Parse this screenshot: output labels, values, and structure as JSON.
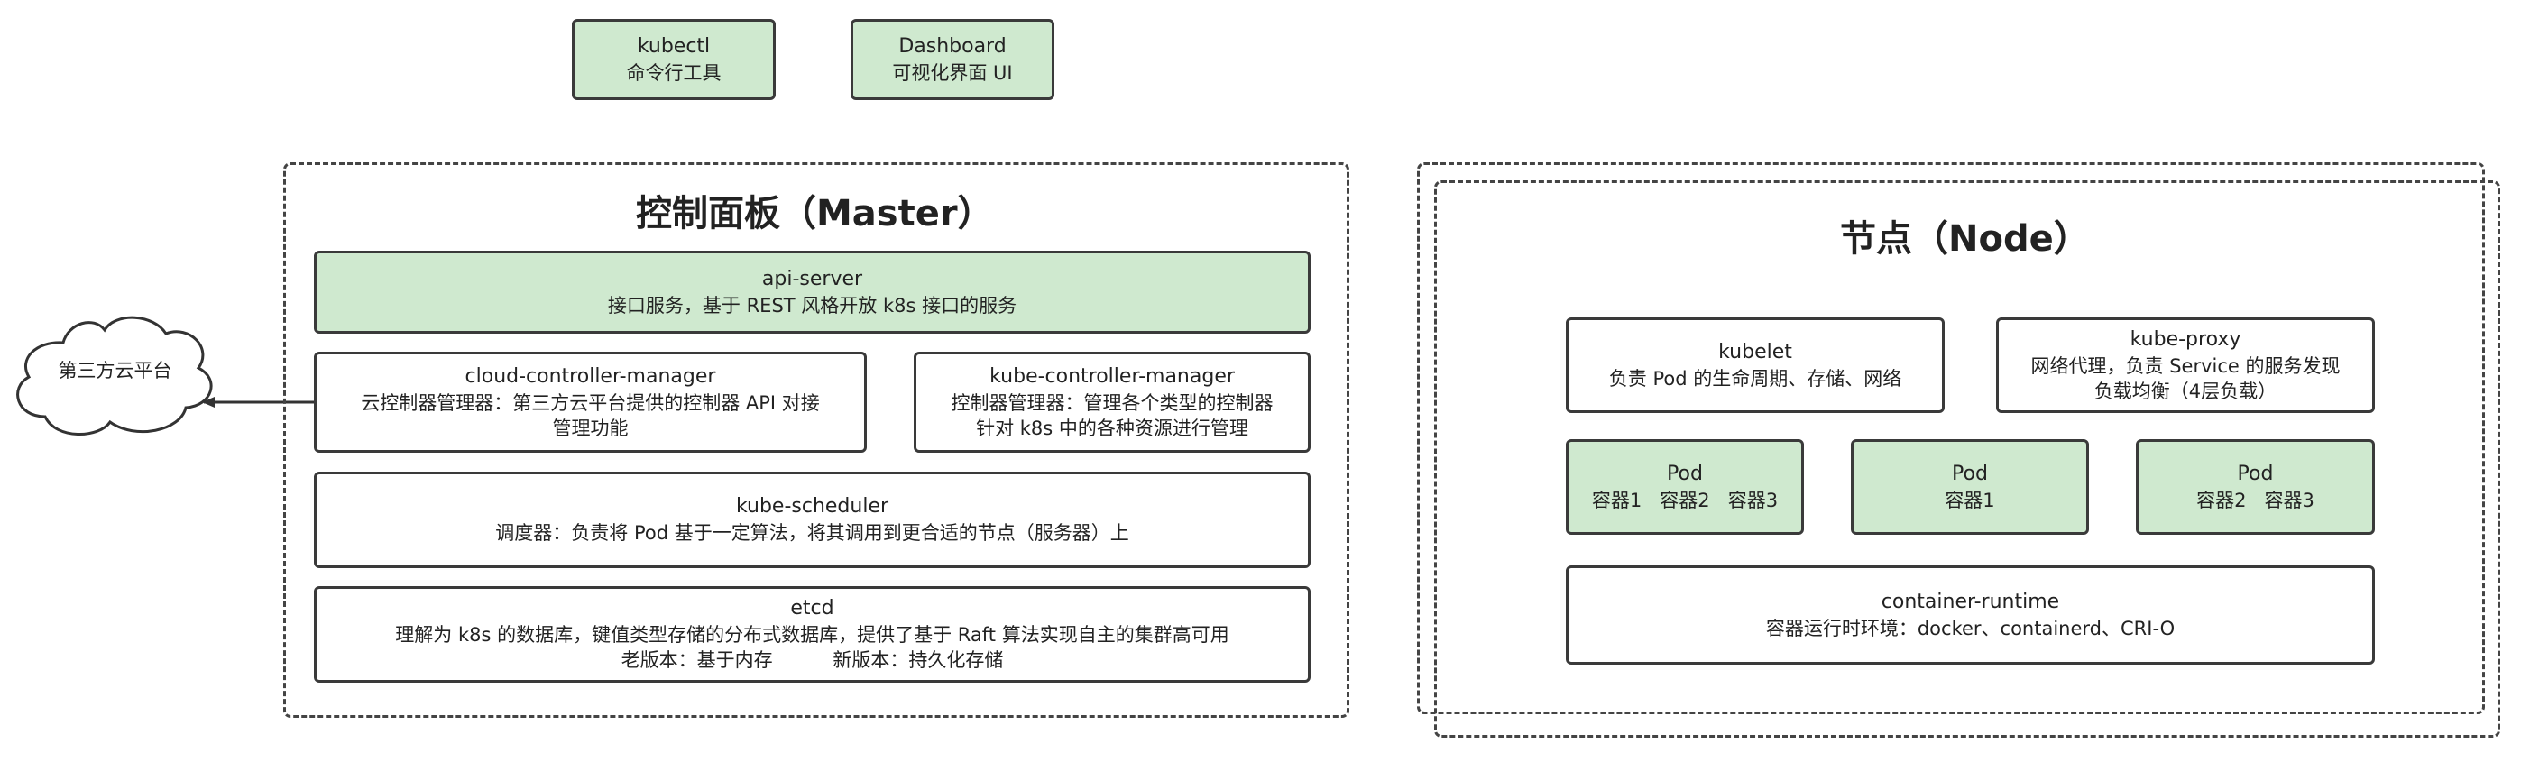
{
  "tools": {
    "kubectl": {
      "name": "kubectl",
      "desc": "命令行工具"
    },
    "dashboard": {
      "name": "Dashboard",
      "desc": "可视化界面 UI"
    }
  },
  "master": {
    "title": "控制面板（Master）",
    "api_server": {
      "name": "api-server",
      "desc": "接口服务，基于 REST 风格开放 k8s 接口的服务"
    },
    "ccm": {
      "name": "cloud-controller-manager",
      "desc1": "云控制器管理器：第三方云平台提供的控制器 API 对接",
      "desc2": "管理功能"
    },
    "kcm": {
      "name": "kube-controller-manager",
      "desc1": "控制器管理器：管理各个类型的控制器",
      "desc2": "针对 k8s 中的各种资源进行管理"
    },
    "scheduler": {
      "name": "kube-scheduler",
      "desc": "调度器：负责将 Pod 基于一定算法，将其调用到更合适的节点（服务器）上"
    },
    "etcd": {
      "name": "etcd",
      "desc1": "理解为 k8s 的数据库，键值类型存储的分布式数据库，提供了基于 Raft 算法实现自主的集群高可用",
      "desc2": "老版本：基于内存          新版本：持久化存储"
    }
  },
  "cloud": {
    "label": "第三方云平台"
  },
  "node": {
    "title": "节点（Node）",
    "kubelet": {
      "name": "kubelet",
      "desc": "负责 Pod 的生命周期、存储、网络"
    },
    "kube_proxy": {
      "name": "kube-proxy",
      "desc1": "网络代理，负责 Service 的服务发现",
      "desc2": "负载均衡（4层负载）"
    },
    "pods": [
      {
        "name": "Pod",
        "containers": "容器1   容器2   容器3"
      },
      {
        "name": "Pod",
        "containers": "容器1"
      },
      {
        "name": "Pod",
        "containers": "容器2   容器3"
      }
    ],
    "runtime": {
      "name": "container-runtime",
      "desc": "容器运行时环境：docker、containerd、CRI-O"
    }
  }
}
